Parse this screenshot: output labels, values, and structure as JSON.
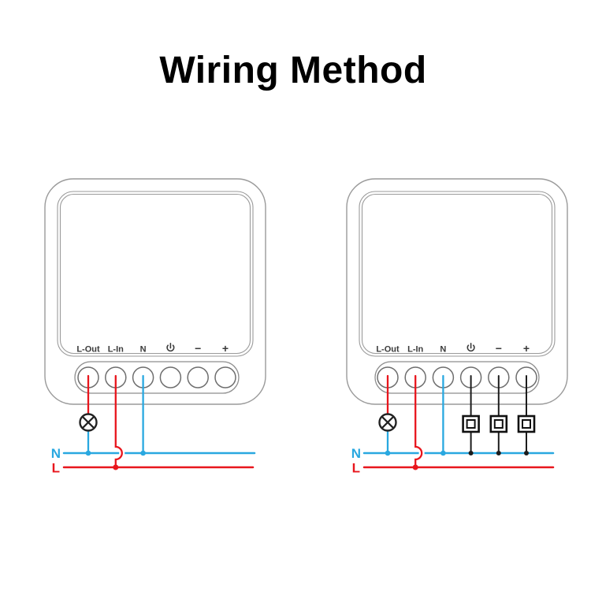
{
  "title": "Wiring Method",
  "colors": {
    "neutral_wire_blue": "#29a8e0",
    "live_wire_red": "#e8161d",
    "switch_wire_black": "#1c1c1c",
    "device_outline_gray": "#9a9a9a",
    "terminal_label_gray": "#3a3a3a"
  },
  "devices": [
    {
      "id": "mini-switch-basic-wiring",
      "terminal_labels": {
        "l_out": "L-Out",
        "l_in": "L-In",
        "neutral": "N",
        "power": "power-icon",
        "minus": "−",
        "plus": "+"
      },
      "bus_labels": {
        "neutral": "N",
        "live": "L"
      },
      "load_icon": "lamp-icon",
      "external_switches": 0
    },
    {
      "id": "mini-switch-with-wall-buttons-wiring",
      "terminal_labels": {
        "l_out": "L-Out",
        "l_in": "L-In",
        "neutral": "N",
        "power": "power-icon",
        "minus": "−",
        "plus": "+"
      },
      "bus_labels": {
        "neutral": "N",
        "live": "L"
      },
      "load_icon": "lamp-icon",
      "switch_icon": "push-button-switch-icon",
      "external_switches": 3
    }
  ]
}
